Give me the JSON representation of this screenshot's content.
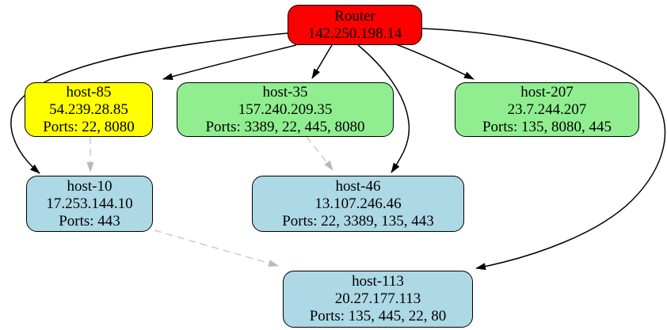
{
  "diagram": {
    "type": "network-topology",
    "nodes": [
      {
        "id": "Router",
        "name": "Router",
        "ip": "142.250.198.14",
        "ports": "",
        "fill": "#ff0000"
      },
      {
        "id": "host-85",
        "name": "host-85",
        "ip": "54.239.28.85",
        "ports": "Ports: 22, 8080",
        "fill": "#ffff00"
      },
      {
        "id": "host-35",
        "name": "host-35",
        "ip": "157.240.209.35",
        "ports": "Ports: 3389, 22, 445, 8080",
        "fill": "#90ee90"
      },
      {
        "id": "host-207",
        "name": "host-207",
        "ip": "23.7.244.207",
        "ports": "Ports: 135, 8080, 445",
        "fill": "#90ee90"
      },
      {
        "id": "host-10",
        "name": "host-10",
        "ip": "17.253.144.10",
        "ports": "Ports: 443",
        "fill": "#add8e6"
      },
      {
        "id": "host-46",
        "name": "host-46",
        "ip": "13.107.246.46",
        "ports": "Ports: 22, 3389, 135, 443",
        "fill": "#add8e6"
      },
      {
        "id": "host-113",
        "name": "host-113",
        "ip": "20.27.177.113",
        "ports": "Ports: 135, 445, 22, 80",
        "fill": "#add8e6"
      }
    ],
    "edges": [
      {
        "from": "Router",
        "to": "host-85",
        "style": "solid"
      },
      {
        "from": "Router",
        "to": "host-35",
        "style": "solid"
      },
      {
        "from": "Router",
        "to": "host-207",
        "style": "solid"
      },
      {
        "from": "Router",
        "to": "host-10",
        "style": "solid"
      },
      {
        "from": "Router",
        "to": "host-46",
        "style": "solid"
      },
      {
        "from": "Router",
        "to": "host-113",
        "style": "solid"
      },
      {
        "from": "host-85",
        "to": "host-10",
        "style": "dashed"
      },
      {
        "from": "host-35",
        "to": "host-46",
        "style": "dashed"
      },
      {
        "from": "host-10",
        "to": "host-113",
        "style": "dashed"
      }
    ],
    "colors": {
      "router_fill": "#ff0000",
      "host_yellow_fill": "#ffff00",
      "host_green_fill": "#90ee90",
      "host_blue_fill": "#add8e6",
      "node_border": "#000000",
      "text": "#000000",
      "edge_solid": "#000000",
      "edge_dashed": "#cccccc",
      "edge_dashed_arrow": "#b9b9b9",
      "background": "#ffffff"
    }
  }
}
